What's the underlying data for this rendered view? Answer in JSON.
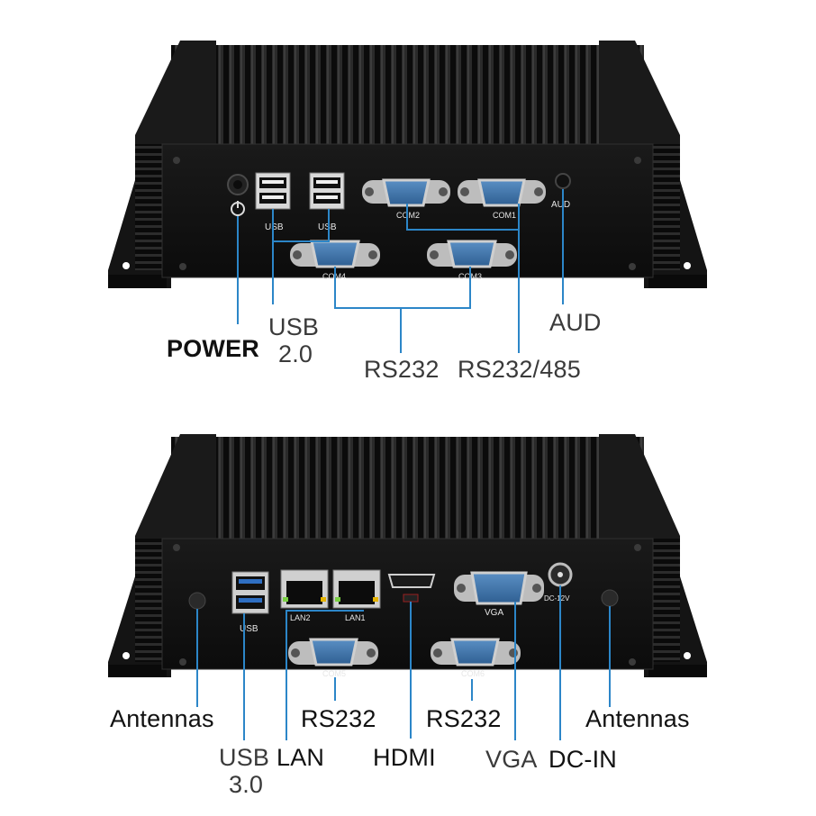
{
  "top_device": {
    "silkscreen": {
      "usb_left": "USB",
      "usb_right": "USB",
      "com1": "COM1",
      "com2": "COM2",
      "com3": "COM3",
      "com4": "COM4",
      "aud": "AUD"
    },
    "callouts": {
      "power": "POWER",
      "usb_line1": "USB",
      "usb_line2": "2.0",
      "rs232": "RS232",
      "rs232_485": "RS232/485",
      "aud": "AUD"
    }
  },
  "bottom_device": {
    "silkscreen": {
      "usb": "USB",
      "lan1": "LAN1",
      "lan2": "LAN2",
      "vga": "VGA",
      "dc": "DC-12V",
      "com5": "COM5",
      "com6": "COM6"
    },
    "callouts": {
      "antennas_left": "Antennas",
      "usb_line1": "USB",
      "usb_line2": "3.0",
      "lan": "LAN",
      "rs232_left": "RS232",
      "hdmi": "HDMI",
      "rs232_right": "RS232",
      "vga": "VGA",
      "dc_in": "DC-IN",
      "antennas_right": "Antennas"
    }
  },
  "colors": {
    "background": "#ffffff",
    "chassis": "#1b1b1b",
    "leader_line": "#2c86c8",
    "serial_port": "#3d6ea0"
  }
}
